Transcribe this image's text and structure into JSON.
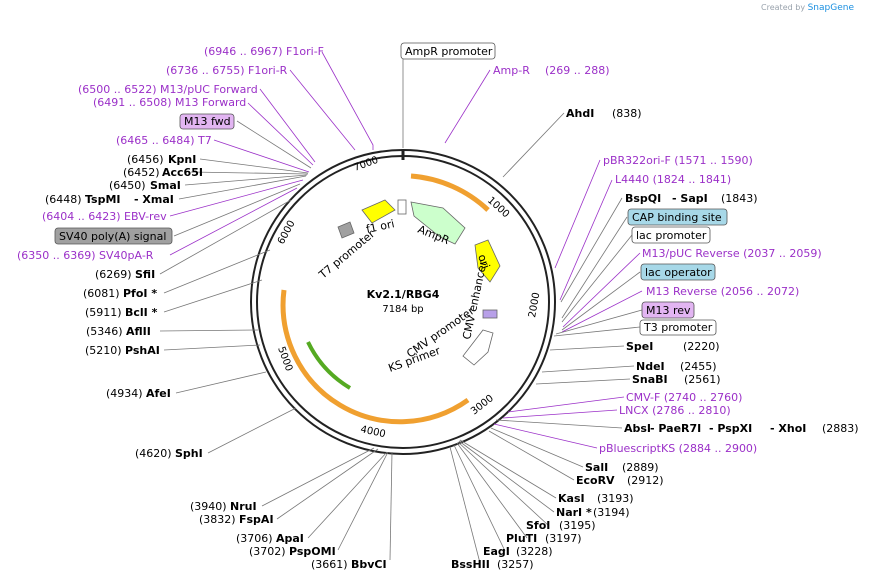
{
  "credit": {
    "prefix": "Created by",
    "brand": "SnapGene"
  },
  "plasmid": {
    "name": "Kv2.1/RBG4",
    "size": "7184 bp"
  },
  "ticks": [
    "1000",
    "2000",
    "3000",
    "4000",
    "5000",
    "6000",
    "7000"
  ],
  "features": {
    "f1ori": "f1 ori",
    "ampr": "AmpR",
    "ori": "ori",
    "t7promoter": "T7 promoter",
    "cmvenhancer": "CMV enhancer",
    "cmvpromoter": "CMV promoter",
    "ksprimer": "KS primer"
  },
  "boxes": {
    "ampr_promoter": "AmpR promoter",
    "m13fwd": "M13 fwd",
    "sv40polya": "SV40 poly(A) signal",
    "cap": "CAP binding site",
    "lacpromoter": "lac promoter",
    "lacoperator": "lac operator",
    "m13rev": "M13 rev",
    "t3promoter": "T3 promoter"
  },
  "left": {
    "f1ori_f": "(6946 .. 6967)  F1ori-F",
    "f1ori_r": "(6736 .. 6755)  F1ori-R",
    "m13puc_fwd": "(6500 .. 6522)  M13/pUC Forward",
    "m13_fwd": "(6491 .. 6508)  M13 Forward",
    "t7": "(6465 .. 6484)  T7",
    "kpni_pos": "(6456)",
    "kpni": "KpnI",
    "acc65i_pos": "(6452)",
    "acc65i": "Acc65I",
    "smai_pos": "(6450)",
    "smai": "SmaI",
    "tspmi_pos": "(6448)",
    "tspmi": "TspMI",
    "xmai": "- XmaI",
    "ebvrev": "(6404 .. 6423)  EBV-rev",
    "sv40pa_r": "(6350 .. 6369)  SV40pA-R",
    "sfii_pos": "(6269)",
    "sfii": "SfiI",
    "pfoi_pos": "(6081)",
    "pfoi": "PfoI *",
    "bcli_pos": "(5911)",
    "bcli": "BclI *",
    "aflii_pos": "(5346)",
    "aflii": "AflII",
    "pshai_pos": "(5210)",
    "pshai": "PshAI",
    "afei_pos": "(4934)",
    "afei": "AfeI",
    "sphi_pos": "(4620)",
    "sphi": "SphI",
    "drui_pos": "(3940)",
    "drui": "NruI",
    "fspai_pos": "(3832)",
    "fspai": "FspAI",
    "apai_pos": "(3706)",
    "apai": "ApaI",
    "pspomi_pos": "(3702)",
    "pspomi": "PspOMI",
    "bbvci_pos": "(3661)",
    "bbvci": "BbvCI"
  },
  "right": {
    "ampr_primer": "Amp-R",
    "ampr_range": "(269 .. 288)",
    "ahdi": "AhdI",
    "ahdi_pos": "(838)",
    "pbr322": "pBR322ori-F    (1571 .. 1590)",
    "l4440": "L4440    (1824 .. 1841)",
    "bspqi": "BspQI",
    "sapi": "- SapI",
    "bspqi_pos": "(1843)",
    "m13puc_rev": "M13/pUC Reverse    (2037 .. 2059)",
    "m13_rev": "M13 Reverse    (2056 .. 2072)",
    "spei": "SpeI",
    "spei_pos": "(2220)",
    "ndei": "NdeI",
    "ndei_pos": "(2455)",
    "snabi": "SnaBI",
    "snabi_pos": "(2561)",
    "cmvf": "CMV-F    (2740 .. 2760)",
    "lncx": "LNCX    (2786 .. 2810)",
    "absi": "AbsI",
    "paer7i": "- PaeR7I",
    "pspxi": "- PspXI",
    "xhoi": "- XhoI",
    "absi_pos": "(2883)",
    "pbluescript": "pBluescriptKS    (2884 .. 2900)",
    "sali": "SalI",
    "sali_pos": "(2889)",
    "ecorv": "EcoRV",
    "ecorv_pos": "(2912)",
    "kasi": "KasI",
    "kasi_pos": "(3193)",
    "nari": "NarI *",
    "nari_pos": "(3194)",
    "sfoi": "SfoI",
    "sfoi_pos": "(3195)",
    "pluti": "PluTI",
    "pluti_pos": "(3197)",
    "eagi": "EagI",
    "eagi_pos": "(3228)",
    "bsshii": "BssHII",
    "bsshii_pos": "(3257)"
  },
  "colors": {
    "primer": "#9b30c8",
    "ori": "#ffff00",
    "ampr": "#ccffcc",
    "orange": "#f0a030",
    "green": "#55aa22",
    "gray": "#a0a0a0",
    "box_blue": "#a7d8e8",
    "box_purple": "#e2b5f2"
  }
}
